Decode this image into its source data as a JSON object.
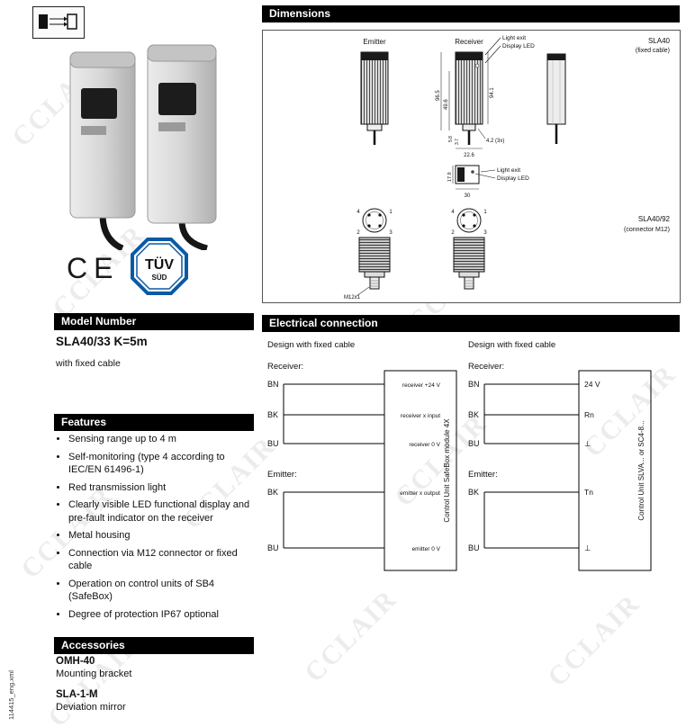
{
  "watermark": "CCLAIR",
  "side_label": "114415_eng.xml",
  "colors": {
    "header_bg": "#000000",
    "header_text": "#ffffff",
    "tuv_blue": "#0b5aa5"
  },
  "branding": {
    "ce_mark": "CE",
    "tuv_line1": "TÜV",
    "tuv_line2": "SÜD"
  },
  "model": {
    "header": "Model Number",
    "number": "SLA40/33 K=5m",
    "subtitle": "with fixed cable"
  },
  "features": {
    "header": "Features",
    "items": [
      "Sensing range up to 4 m",
      "Self-monitoring (type 4 according to IEC/EN 61496-1)",
      "Red transmission light",
      "Clearly visible LED functional display and pre-fault indicator on the receiver",
      "Metal housing",
      "Connection via M12 connector or fixed cable",
      "Operation on control units of SB4 (SafeBox)",
      "Degree of protection IP67 optional"
    ]
  },
  "accessories": {
    "header": "Accessories",
    "items": [
      {
        "name": "OMH-40",
        "desc": "Mounting bracket"
      },
      {
        "name": "SLA-1-M",
        "desc": "Deviation mirror"
      }
    ]
  },
  "dimensions": {
    "header": "Dimensions",
    "emitter_label": "Emitter",
    "receiver_label": "Receiver",
    "light_exit": "Light exit",
    "display_led": "Display LED",
    "variant_fixed": "SLA40",
    "variant_fixed_sub": "(fixed cable)",
    "variant_connector": "SLA40/92",
    "variant_connector_sub": "(connector M12)",
    "thread": "M12x1",
    "pins": [
      "4",
      "1",
      "2",
      "3"
    ],
    "dims": {
      "total_height": "96.5",
      "body_height": "49.6",
      "connector_height": "94.1",
      "offset1": "5.8",
      "offset2": "3.7",
      "width": "22.6",
      "hole": "4.2 (3x)",
      "depth": "17.9",
      "front_width": "30"
    }
  },
  "electrical": {
    "header": "Electrical connection",
    "left": {
      "title": "Design with fixed cable",
      "receiver_label": "Receiver:",
      "emitter_label": "Emitter:",
      "receiver_wires": [
        "BN",
        "BK",
        "BU"
      ],
      "emitter_wires": [
        "BK",
        "BU"
      ],
      "terminals": [
        "receiver +24 V",
        "receiver x input",
        "receiver 0 V",
        "emitter x output",
        "emitter 0 V"
      ],
      "unit": "Control Unit SafeBox module 4X"
    },
    "right": {
      "title": "Design with fixed cable",
      "receiver_label": "Receiver:",
      "emitter_label": "Emitter:",
      "receiver_wires": [
        "BN",
        "BK",
        "BU"
      ],
      "emitter_wires": [
        "BK",
        "BU"
      ],
      "terminals": [
        "24 V",
        "Rn",
        "⊥",
        "Tn",
        "⊥"
      ],
      "unit": "Control Unit SLVA... or SC4-8..."
    }
  }
}
